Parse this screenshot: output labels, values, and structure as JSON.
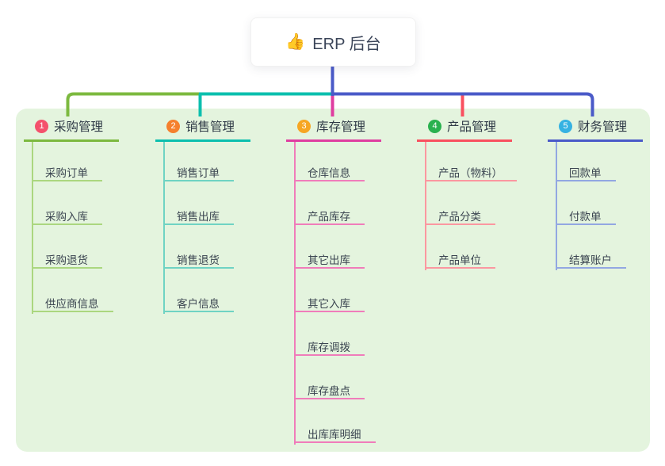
{
  "root": {
    "emoji": "👍",
    "label": "ERP 后台"
  },
  "canvas": {
    "panel_bg": "#e4f4de",
    "page_bg": "#ffffff"
  },
  "connectors": {
    "indigo": "#4a5ac8",
    "green": "#7cb93f",
    "teal": "#0cbfae",
    "magenta": "#df3da0",
    "red": "#f9505f"
  },
  "branches": [
    {
      "badge": "1",
      "label": "采购管理",
      "badge_color": "#f4516c",
      "color_main": "#7cb93f",
      "color_light": "#abd77f",
      "children": [
        "采购订单",
        "采购入库",
        "采购退货",
        "供应商信息"
      ]
    },
    {
      "badge": "2",
      "label": "销售管理",
      "badge_color": "#f5802d",
      "color_main": "#0cbfae",
      "color_light": "#6fd3c3",
      "children": [
        "销售订单",
        "销售出库",
        "销售退货",
        "客户信息"
      ]
    },
    {
      "badge": "3",
      "label": "库存管理",
      "badge_color": "#f6a623",
      "color_main": "#df3da0",
      "color_light": "#f07cba",
      "children": [
        "仓库信息",
        "产品库存",
        "其它出库",
        "其它入库",
        "库存调拨",
        "库存盘点",
        "出库库明细"
      ]
    },
    {
      "badge": "4",
      "label": "产品管理",
      "badge_color": "#2ab14f",
      "color_main": "#f9505f",
      "color_light": "#fb97a0",
      "children": [
        "产品（物料）",
        "产品分类",
        "产品单位"
      ]
    },
    {
      "badge": "5",
      "label": "财务管理",
      "badge_color": "#36b2e2",
      "color_main": "#4a5ac8",
      "color_light": "#92a7e2",
      "children": [
        "回款单",
        "付款单",
        "结算账户"
      ]
    }
  ]
}
